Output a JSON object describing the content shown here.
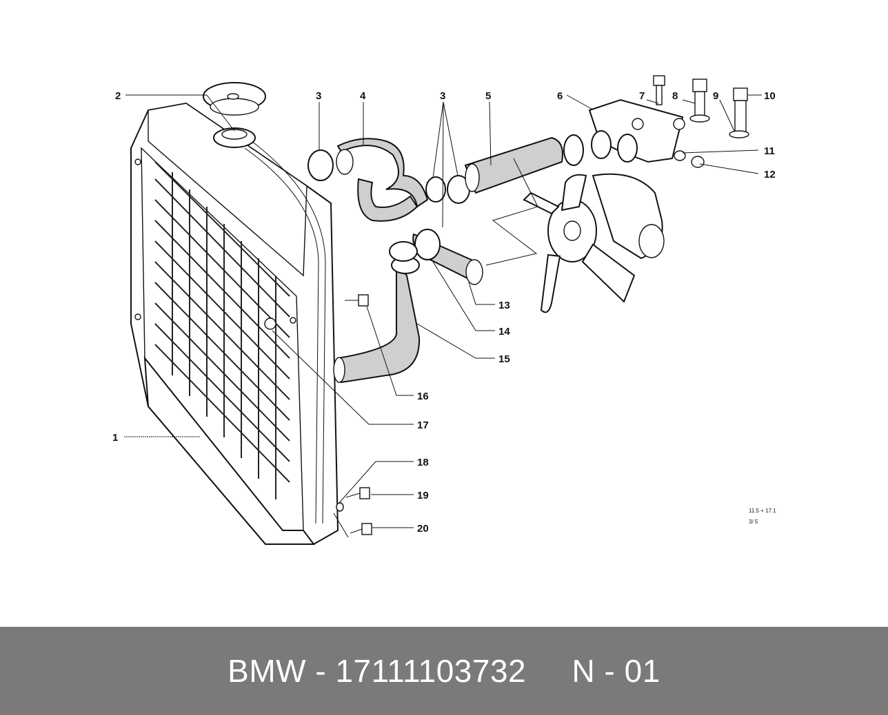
{
  "diagram": {
    "callouts": [
      "1",
      "2",
      "3",
      "4",
      "3",
      "5",
      "6",
      "7",
      "8",
      "9",
      "10",
      "11",
      "12",
      "13",
      "14",
      "15",
      "16",
      "17",
      "18",
      "19",
      "20"
    ],
    "notes": [
      "11.5 + 17.1",
      "3/ 5"
    ]
  },
  "footer": {
    "brand": "BMW",
    "separator": " - ",
    "part_number": "17111103732",
    "code": "N - 01",
    "full_text": "BMW - 17111103732     N - 01"
  },
  "colors": {
    "footer_bg": "#7a7a7a",
    "footer_text": "#ffffff",
    "line": "#111111"
  }
}
